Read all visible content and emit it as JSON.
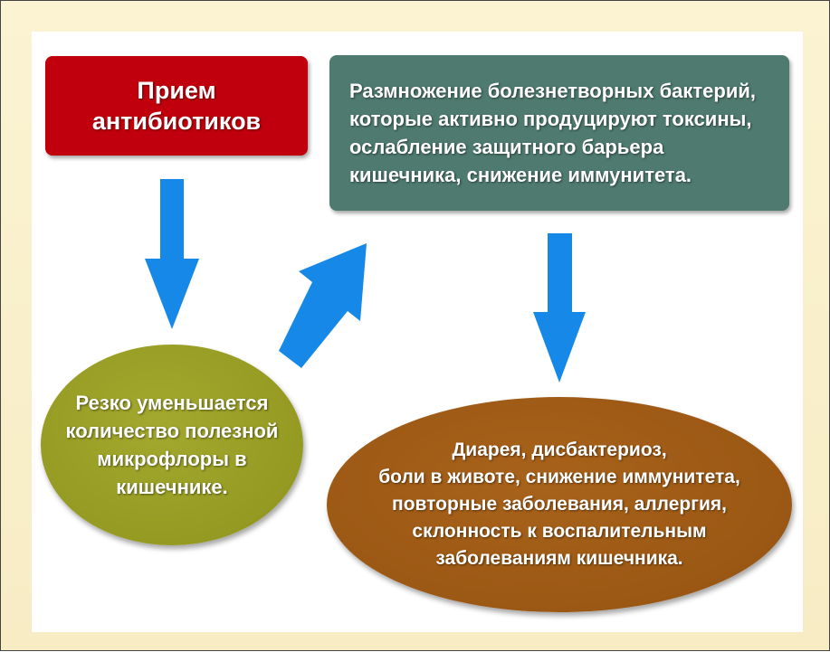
{
  "antibiotics_box": {
    "lines": [
      "Прием",
      "антибиотиков"
    ]
  },
  "bacteria_box": {
    "lines": [
      "Размножение болезнетворных бактерий,",
      "которые активно продуцируют токсины,",
      "ослабление защитного барьера",
      "кишечника, снижение иммунитета."
    ]
  },
  "microflora_ellipse": {
    "lines": [
      "Резко уменьшается",
      "количество полезной",
      "микрофлоры в",
      "кишечнике."
    ]
  },
  "symptoms_ellipse": {
    "lines": [
      "Диарея, дисбактериоз,",
      "боли в животе, снижение иммунитета,",
      "повторные заболевания, аллергия,",
      "склонность к воспалительным",
      "заболеваниям кишечника."
    ]
  },
  "colors": {
    "antibiotics_box": "#c0000c",
    "bacteria_box": "#4e7a6f",
    "microflora_ellipse": "#959a22",
    "symptoms_ellipse": "#9b5814",
    "arrow": "#1688e8",
    "outer_background": "#f7ecc4"
  },
  "icons": [
    "arrow-down-icon",
    "arrow-diagonal-icon",
    "arrow-down-icon"
  ]
}
